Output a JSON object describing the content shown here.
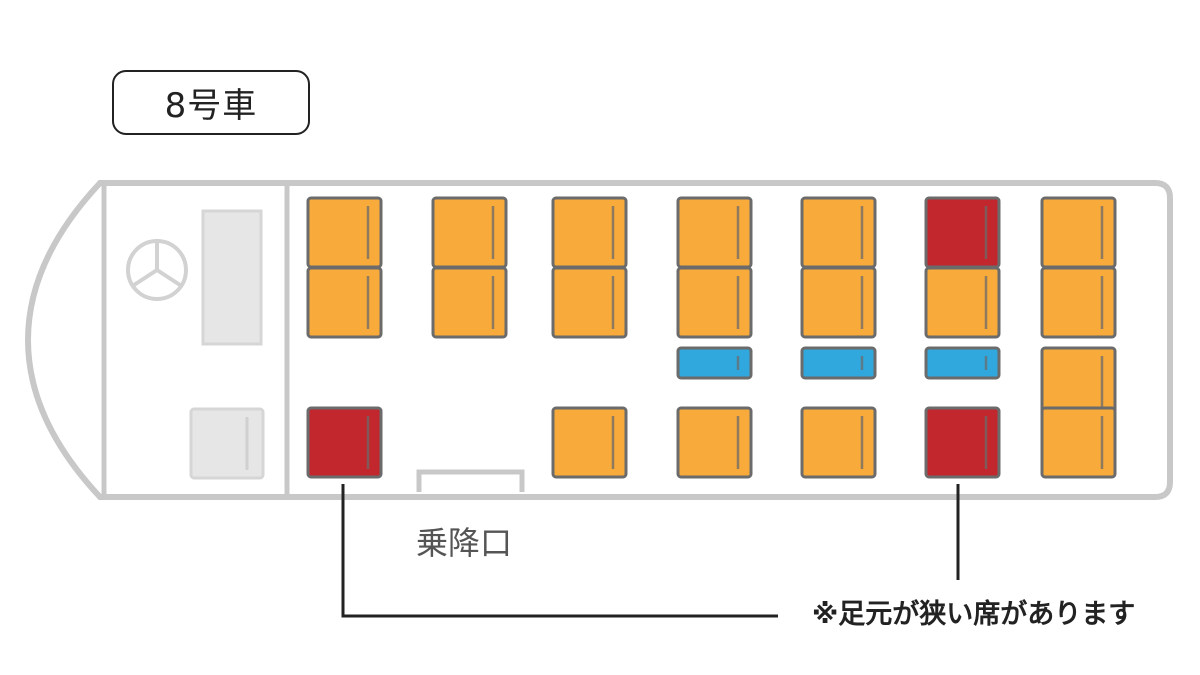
{
  "car_label": "8号車",
  "door_label": "乗降口",
  "note": "※足元が狭い席があります",
  "colors": {
    "outline": "#c8c8c8",
    "seat_standard": "#f8ab3b",
    "seat_narrow_legroom": "#c1272d",
    "seat_aux": "#30a7dd",
    "seat_border": "#6b6b6b",
    "fixture": "#d6d6d6",
    "fixture_fill": "#e6e6e6",
    "callout_line": "#222222"
  },
  "seats": [
    {
      "col": 1,
      "row": 1,
      "type": "standard"
    },
    {
      "col": 1,
      "row": 2,
      "type": "standard"
    },
    {
      "col": 1,
      "row": 4,
      "type": "narrow_legroom"
    },
    {
      "col": 2,
      "row": 1,
      "type": "standard"
    },
    {
      "col": 2,
      "row": 2,
      "type": "standard"
    },
    {
      "col": 3,
      "row": 1,
      "type": "standard"
    },
    {
      "col": 3,
      "row": 2,
      "type": "standard"
    },
    {
      "col": 3,
      "row": 4,
      "type": "standard"
    },
    {
      "col": 4,
      "row": 1,
      "type": "standard"
    },
    {
      "col": 4,
      "row": 2,
      "type": "standard"
    },
    {
      "col": 4,
      "row": 3,
      "type": "aux"
    },
    {
      "col": 4,
      "row": 4,
      "type": "standard"
    },
    {
      "col": 5,
      "row": 1,
      "type": "standard"
    },
    {
      "col": 5,
      "row": 2,
      "type": "standard"
    },
    {
      "col": 5,
      "row": 3,
      "type": "aux"
    },
    {
      "col": 5,
      "row": 4,
      "type": "standard"
    },
    {
      "col": 6,
      "row": 1,
      "type": "narrow_legroom"
    },
    {
      "col": 6,
      "row": 2,
      "type": "standard"
    },
    {
      "col": 6,
      "row": 3,
      "type": "aux"
    },
    {
      "col": 6,
      "row": 4,
      "type": "narrow_legroom"
    },
    {
      "col": 7,
      "row": 1,
      "type": "standard"
    },
    {
      "col": 7,
      "row": 2,
      "type": "standard"
    },
    {
      "col": 7,
      "row": 3,
      "type": "standard"
    },
    {
      "col": 7,
      "row": 4,
      "type": "standard"
    }
  ]
}
